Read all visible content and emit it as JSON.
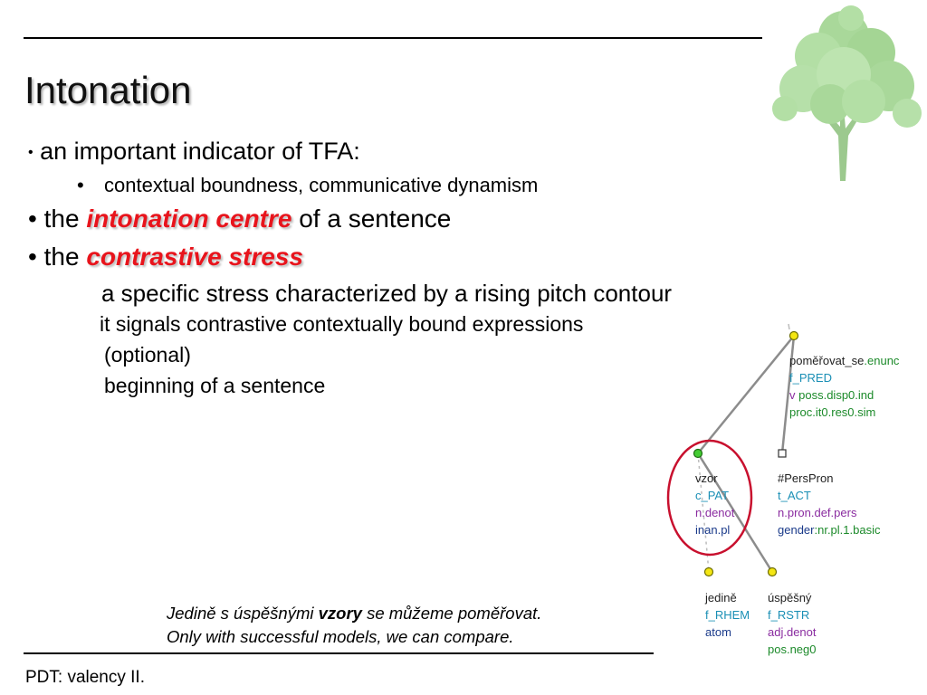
{
  "slide": {
    "title": "Intonation",
    "bullets": {
      "b1": {
        "bullet": "•",
        "text": "an important indicator of TFA:"
      },
      "b1_sub": {
        "bullet": "•",
        "text": "contextual boundness, communicative dynamism"
      },
      "b2": {
        "bullet": "•",
        "prefix": "the",
        "highlight": "intonation centre",
        "suffix": "of a sentence"
      },
      "b3": {
        "bullet": "•",
        "prefix": "the",
        "highlight": "contrastive stress"
      },
      "b3_lines": [
        "a specific stress characterized by a rising pitch contour",
        "it signals contrastive contextually bound expressions",
        "(optional)",
        "beginning of a sentence"
      ]
    },
    "caption": {
      "czech_before": "Jedině s úspěšnými",
      "czech_bold": "vzory",
      "czech_after": "se můžeme poměřovat.",
      "english": "Only with successful models, we can compare."
    },
    "footer": "PDT: valency II.",
    "highlight_color": "#e8141c"
  },
  "tree": {
    "root": {
      "lemma": "poměřovat_se",
      "lemma_suffix": ".enunc",
      "functor": "f_PRED",
      "type_prefix": "v",
      "grammatemes_1": "poss.disp0.ind",
      "grammatemes_2": "proc.it0.res0.sim"
    },
    "vzor": {
      "lemma": "vzor",
      "functor": "c_PAT",
      "sempos": "n.denot",
      "gram": "inan.pl"
    },
    "perspron": {
      "lemma": "#PersPron",
      "functor": "t_ACT",
      "sempos": "n.pron.def.pers",
      "gram_prefix": "gender",
      "gram_rest": ":nr.pl.1.basic"
    },
    "jedine": {
      "lemma": "jedině",
      "functor": "f_RHEM",
      "type": "atom"
    },
    "uspesny": {
      "lemma": "úspěšný",
      "functor": "f_RSTR",
      "sempos": "adj.denot",
      "gram": "pos.neg0"
    }
  }
}
